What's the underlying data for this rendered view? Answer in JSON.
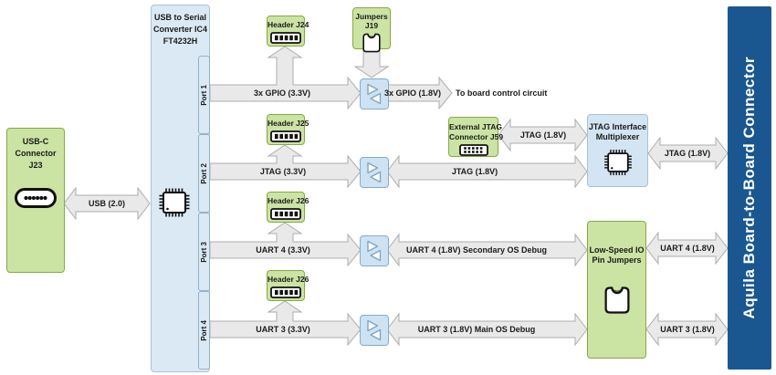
{
  "usb_connector": {
    "line1": "USB-C",
    "line2": "Connector",
    "line3": "J23"
  },
  "converter": {
    "line1": "USB to Serial",
    "line2": "Converter IC4",
    "line3": "FT4232H",
    "ports": [
      "Port 1",
      "Port 2",
      "Port 3",
      "Port 4"
    ]
  },
  "headers": {
    "j24": "Header J24",
    "j25": "Header J25",
    "j26a": "Header J26",
    "j26b": "Header J26"
  },
  "jumpers_j19": {
    "line1": "Jumpers",
    "line2": "J19"
  },
  "external_jtag": {
    "line1": "External JTAG",
    "line2": "Connector J59"
  },
  "mux": {
    "line1": "JTAG Interface",
    "line2": "Multiplexer"
  },
  "low_speed": {
    "line1": "Low-Speed IO",
    "line2": "Pin Jumpers"
  },
  "board_connector": {
    "label": "Aquila Board-to-Board Connector"
  },
  "signals": {
    "usb": "USB (2.0)",
    "gpio_33": "3x GPIO (3.3V)",
    "gpio_18": "3x GPIO (1.8V)",
    "to_board": "To board control circuit",
    "jtag_33": "JTAG (3.3V)",
    "jtag_18_shifter": "JTAG (1.8V)",
    "jtag_18_ext": "JTAG (1.8V)",
    "jtag_18_board": "JTAG (1.8V)",
    "uart4_33": "UART 4 (3.3V)",
    "uart4_18": "UART 4 (1.8V) Secondary OS Debug",
    "uart4_18_board": "UART 4 (1.8V)",
    "uart3_33": "UART 3 (3.3V)",
    "uart3_18": "UART 3 (1.8V) Main OS Debug",
    "uart3_18_board": "UART 3 (1.8V)"
  },
  "icons": {
    "usb_c": "usb-c-port-icon",
    "ic_chip": "ic-chip-icon",
    "pin_header": "pin-header-icon",
    "dual_row_header": "dual-row-header-icon",
    "jumper": "jumper-cap-icon",
    "level_shifter": "level-shifter-icon"
  },
  "colors": {
    "green_fill": "#cbe3a3",
    "green_border": "#86a944",
    "blue_fill": "#dbe9f4",
    "blue_border": "#a9c3d6",
    "shifter_fill": "#cfe2f2",
    "shifter_border": "#83abce",
    "arrow_fill": "#e9e9e9",
    "arrow_border": "#adadad",
    "connector_bar": "#1a5791"
  }
}
